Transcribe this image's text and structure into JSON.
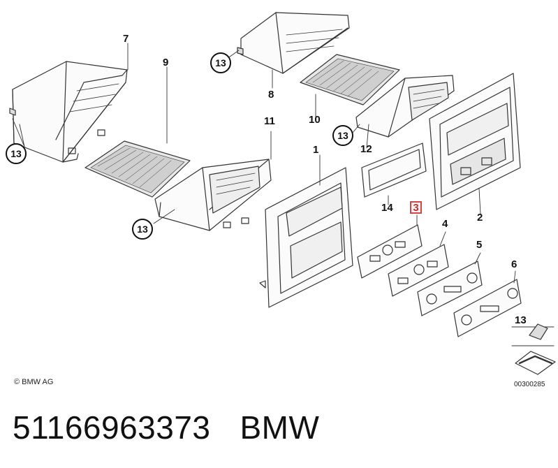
{
  "diagram": {
    "callouts": {
      "c1": "1",
      "c2": "2",
      "c3": "3",
      "c4": "4",
      "c5": "5",
      "c6": "6",
      "c7": "7",
      "c8": "8",
      "c9": "9",
      "c10": "10",
      "c11": "11",
      "c12": "12",
      "c14": "14",
      "c13": "13"
    },
    "copyright": "© BMW AG",
    "diagram_code": "00300285",
    "legend_label": "13"
  },
  "footer": {
    "part_number": "51166963373",
    "brand": "BMW"
  },
  "colors": {
    "line": "#333333",
    "highlight": "#d64545"
  }
}
